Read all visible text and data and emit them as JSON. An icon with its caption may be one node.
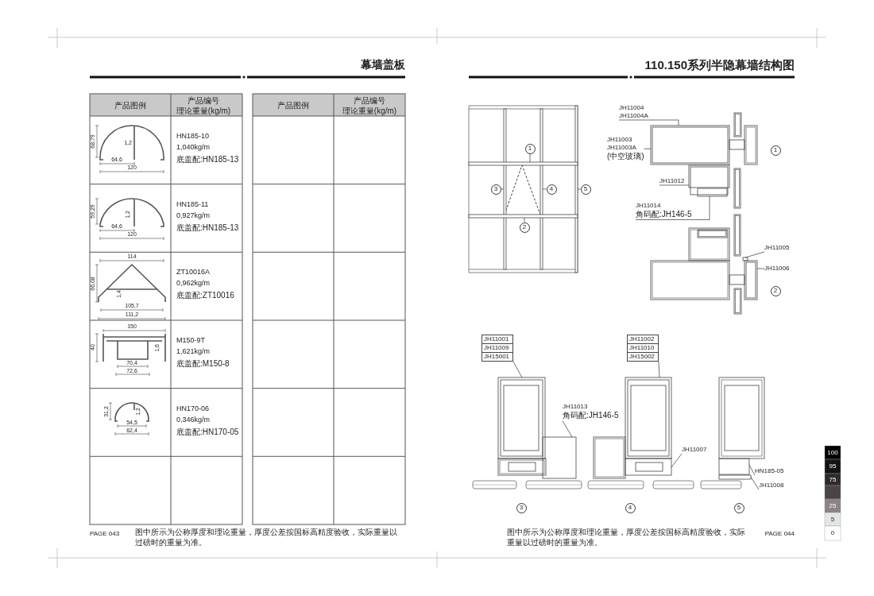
{
  "diagram": {
    "nodes": [
      {
        "text": [
          "1"
        ]
      },
      {
        "text": [
          "2"
        ]
      },
      {
        "text": [
          "3"
        ]
      },
      {
        "text": [
          "4"
        ]
      },
      {
        "text": [
          "5"
        ]
      },
      {
        "text": [
          "JH11004",
          "JH11004A"
        ]
      },
      {
        "text": [
          "JH11003",
          "JH11003A",
          "(中空玻璃)"
        ]
      },
      {
        "text": [
          "JH11012"
        ]
      },
      {
        "text": [
          "JH11014",
          "角码配:JH146-5"
        ]
      },
      {
        "text": [
          "JH11005"
        ]
      },
      {
        "text": [
          "JH11006"
        ]
      },
      {
        "text": [
          "1"
        ]
      },
      {
        "text": [
          "2"
        ]
      },
      {
        "text": [
          "JH11001",
          "JH11009",
          "JH15001"
        ]
      },
      {
        "text": [
          "JH11002",
          "JH11010",
          "JH15002"
        ]
      },
      {
        "text": [
          "JH11013",
          "角码配:JH146-5"
        ]
      },
      {
        "text": [
          "JH11007"
        ]
      },
      {
        "text": [
          "HN185-05"
        ]
      },
      {
        "text": [
          "JH11008"
        ]
      },
      {
        "text": [
          "3"
        ]
      },
      {
        "text": [
          "4"
        ]
      },
      {
        "text": [
          "5"
        ]
      },
      {
        "text": [],
        "shape": "bar"
      },
      {
        "text": [],
        "shape": "bar"
      },
      {
        "text": [],
        "shape": "bar"
      },
      {
        "text": [],
        "shape": "bar"
      },
      {
        "text": [],
        "shape": "bar"
      },
      {
        "text": [],
        "shape": "box"
      },
      {
        "text": [],
        "shape": "box"
      },
      {
        "text": [],
        "shape": "box"
      },
      {
        "text": [],
        "shape": "box"
      },
      {
        "text": [],
        "shape": "box"
      },
      {
        "text": [],
        "shape": "box"
      },
      {
        "text": [],
        "shape": "box"
      },
      {
        "text": [],
        "shape": "box"
      },
      {
        "text": [],
        "shape": "box"
      },
      {
        "text": [],
        "shape": "box"
      },
      {
        "text": [],
        "shape": "box"
      }
    ],
    "edges": [
      {
        "from": 0,
        "to": 22,
        "arrow": "none"
      },
      {
        "from": 1,
        "to": 23,
        "arrow": "none"
      },
      {
        "from": 2,
        "to": 24,
        "arrow": "none"
      },
      {
        "from": 3,
        "to": 25,
        "arrow": "none"
      },
      {
        "from": 4,
        "to": 26,
        "arrow": "none"
      },
      {
        "from": 5,
        "to": 27,
        "arrow": "none"
      },
      {
        "from": 6,
        "to": 27,
        "arrow": "none"
      },
      {
        "from": 7,
        "to": 28,
        "arrow": "none"
      },
      {
        "from": 8,
        "to": 29,
        "arrow": "none"
      },
      {
        "from": 9,
        "to": 30,
        "arrow": "none"
      },
      {
        "from": 10,
        "to": 31,
        "arrow": "none"
      },
      {
        "from": 13,
        "to": 32,
        "arrow": "none"
      },
      {
        "from": 14,
        "to": 34,
        "arrow": "none"
      },
      {
        "from": 15,
        "to": 33,
        "arrow": "none"
      },
      {
        "from": 16,
        "to": 35,
        "arrow": "none"
      },
      {
        "from": 17,
        "to": 36,
        "arrow": "none"
      },
      {
        "from": 18,
        "to": 37,
        "arrow": "none"
      }
    ],
    "labels": [
      "幕墙盖板",
      "产品图例",
      "产品编号",
      "理论重量(kg/m)",
      "产品图例",
      "产品编号",
      "理论重量(kg/m)",
      "68,79",
      "1,2",
      "64,6",
      "120",
      "HN185-10",
      "1,040kg/m",
      "底盖配:HN185-13",
      "59,29",
      "1,2",
      "64,6",
      "120",
      "HN185-11",
      "0,927kg/m",
      "底盖配:HN185-13",
      "114",
      "66,08",
      "1,4",
      "105,7",
      "111,2",
      "ZT10016A",
      "0,962kg/m",
      "底盖配:ZT10016",
      "150",
      "40",
      "1,6",
      "70,4",
      "72,6",
      "M150-9T",
      "1,621kg/m",
      "底盖配:M150-8",
      "31,2",
      "1,2",
      "54,5",
      "62,4",
      "HN170-06",
      "0,346kg/m",
      "底盖配:HN170-05",
      "PAGE 043",
      "图中所示为公称厚度和理论重量，厚度公差按国标高精度验收，实际重量以过磅时的重量为准。",
      "110.150系列半隐幕墙结构图",
      "图中所示为公称厚度和理论重量，厚度公差按国标高精度验收，实际重量以过磅时的重量为准。",
      "PAGE 044",
      "100",
      "95",
      "75",
      "25",
      "5",
      "0"
    ]
  }
}
